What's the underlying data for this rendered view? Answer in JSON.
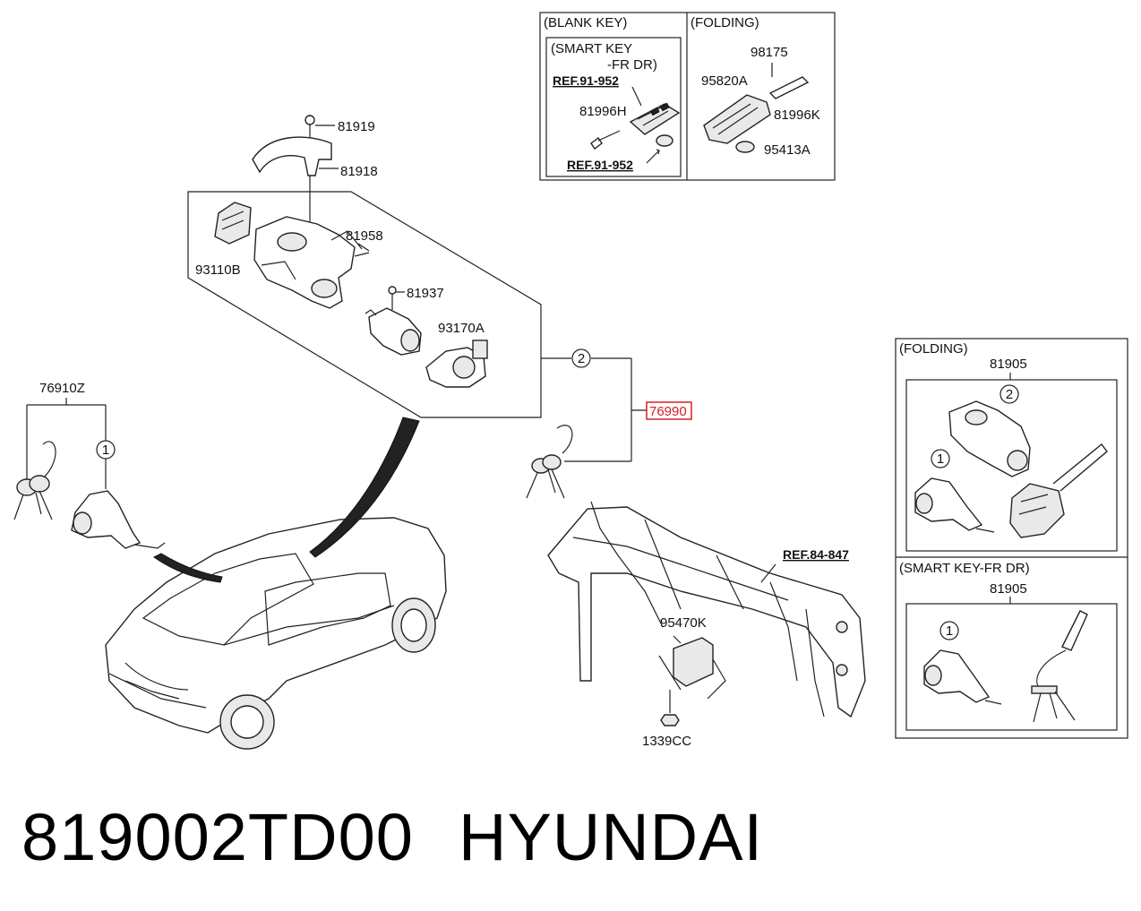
{
  "diagram": {
    "panels": {
      "blank_key": "(BLANK KEY)",
      "folding_top": "(FOLDING)",
      "smart_key_inner": [
        "(SMART KEY",
        "-FR DR)"
      ],
      "folding_right": "(FOLDING)",
      "smart_key_right": "(SMART KEY-FR DR)"
    },
    "references": {
      "ref_91_952_a": "REF.91-952",
      "ref_91_952_b": "REF.91-952",
      "ref_84_847": "REF.84-847"
    },
    "labels": {
      "p81919": "81919",
      "p81918": "81918",
      "p81958": "81958",
      "p93110b": "93110B",
      "p81937": "81937",
      "p93170a": "93170A",
      "p76910z": "76910Z",
      "p76990": "76990",
      "p95470k": "95470K",
      "p1339cc": "1339CC",
      "p81996h": "81996H",
      "p98175": "98175",
      "p95820a": "95820A",
      "p81996k": "81996K",
      "p95413a": "95413A",
      "p81905_a": "81905",
      "p81905_b": "81905"
    },
    "callouts": {
      "c2_main": "2",
      "c1_main": "1",
      "c2_right": "2",
      "c1_right_a": "1",
      "c1_right_b": "1"
    },
    "highlight_color": "#d62020"
  },
  "footer": {
    "part_number": "819002TD00",
    "brand": "HYUNDAI"
  }
}
